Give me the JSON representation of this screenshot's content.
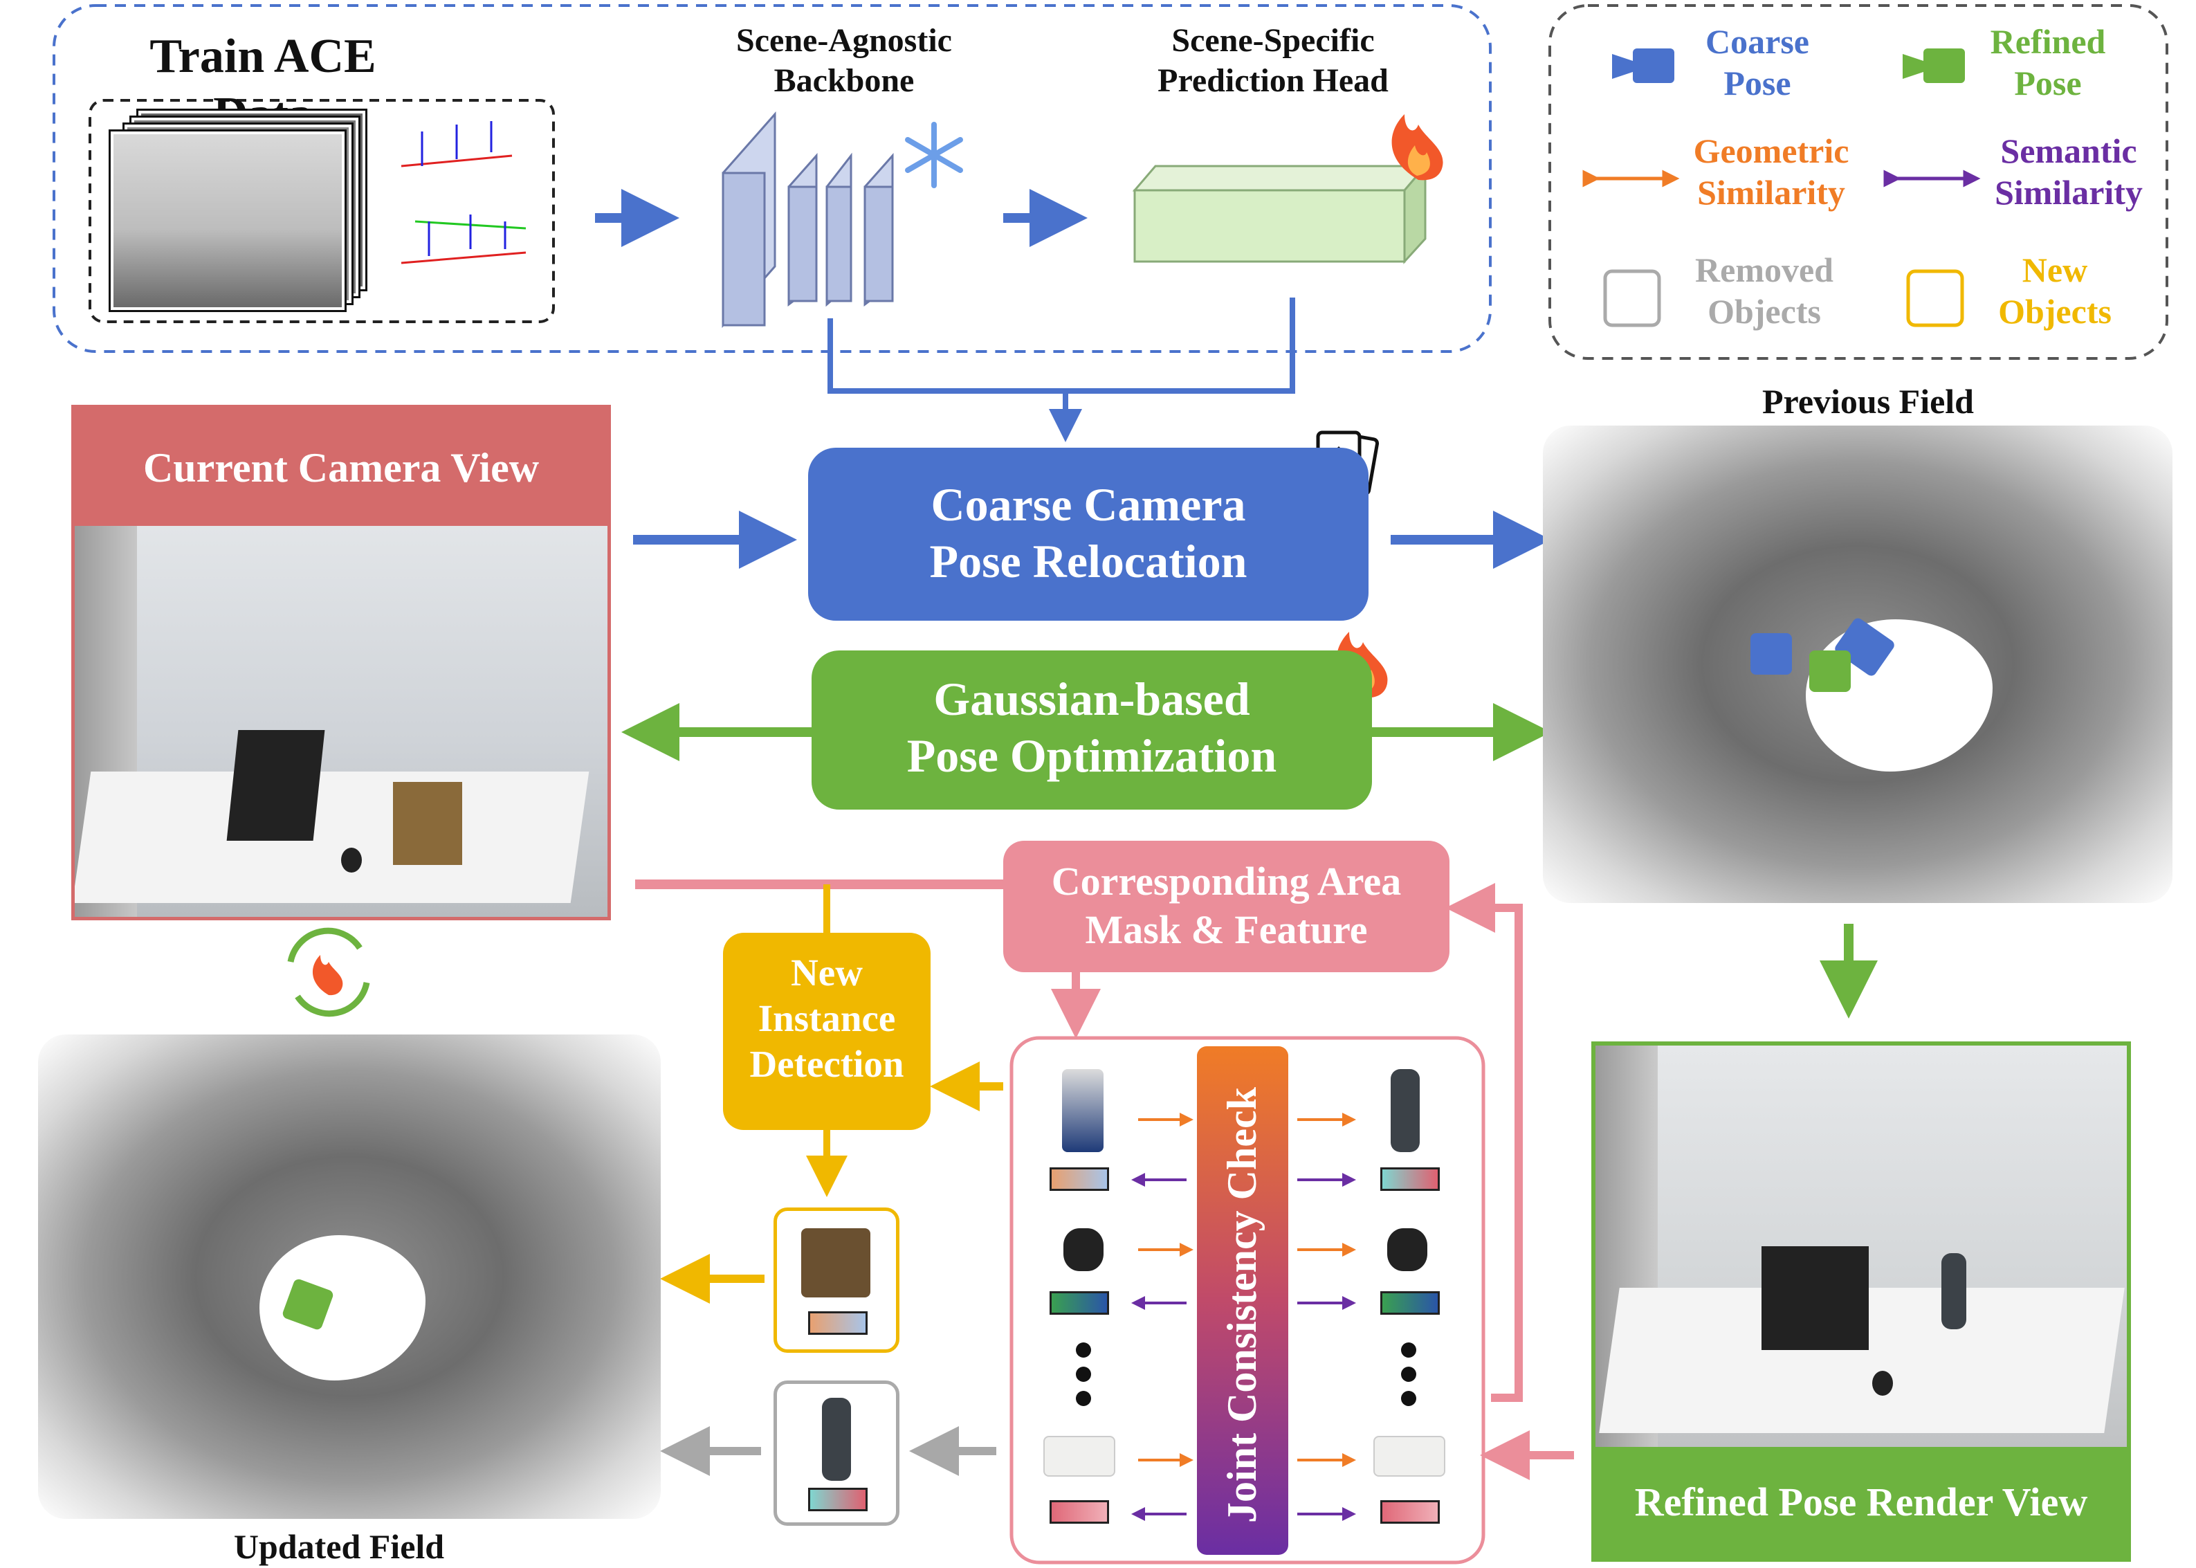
{
  "train": {
    "title": "Train ACE Data"
  },
  "backbone": {
    "label": "Scene-Agnostic\nBackbone"
  },
  "head": {
    "label": "Scene-Specific\nPrediction Head"
  },
  "legend": {
    "coarse_pose": "Coarse\nPose",
    "refined_pose": "Refined\nPose",
    "geometric": "Geometric\nSimilarity",
    "semantic": "Semantic\nSimilarity",
    "removed": "Removed\nObjects",
    "new_objects": "New\nObjects"
  },
  "current_view": {
    "label": "Current Camera View"
  },
  "coarse_box": {
    "label": "Coarse Camera\nPose Relocation"
  },
  "gaussian_box": {
    "label": "Gaussian-based\nPose Optimization"
  },
  "corr_box": {
    "label": "Corresponding Area\nMask & Feature"
  },
  "new_instance": {
    "label": "New\nInstance\nDetection"
  },
  "joint_check": {
    "label": "Joint Consistency Check"
  },
  "previous_field": {
    "label": "Previous Field"
  },
  "refined_view": {
    "label": "Refined Pose Render View"
  },
  "updated_field": {
    "label": "Updated Field"
  },
  "colors": {
    "blue": "#4a72cc",
    "green": "#6db33f",
    "orange": "#f07c26",
    "purple": "#6a2ea3",
    "pink": "#eb8e9a",
    "yellow": "#f0b800",
    "gray": "#999999",
    "red_header": "#d46b6b"
  },
  "icons": [
    "snowflake-icon",
    "fire-icon",
    "cards-icon",
    "camera-icon",
    "refresh-icon"
  ]
}
